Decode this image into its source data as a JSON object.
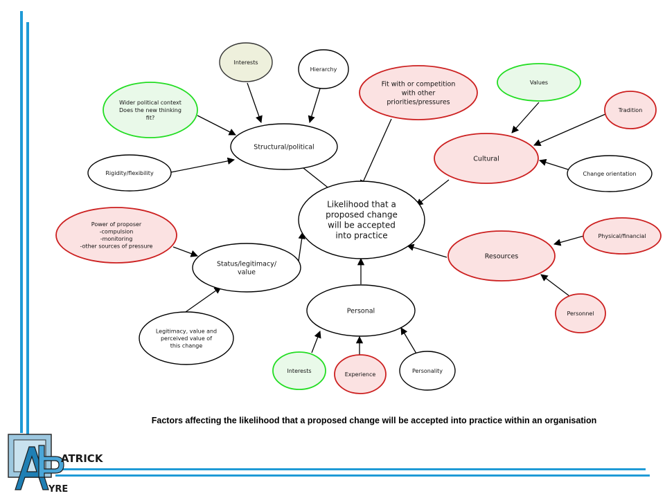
{
  "diagram": {
    "caption": "Factors affecting the likelihood that a proposed change will be accepted into practice within an organisation",
    "center": {
      "lines": [
        "Likelihood that a",
        "proposed change",
        "will be accepted",
        "into practice"
      ]
    },
    "nodes": {
      "interests_top": {
        "lines": [
          "Interests"
        ]
      },
      "hierarchy": {
        "lines": [
          "Hierarchy"
        ]
      },
      "wider_political": {
        "lines": [
          "Wider political context",
          "Does the new thinking",
          "fit?"
        ]
      },
      "rigidity": {
        "lines": [
          "Rigidity/flexibility"
        ]
      },
      "structural": {
        "lines": [
          "Structural/political"
        ]
      },
      "fit_competition": {
        "lines": [
          "Fit with or competition",
          "with other",
          "priorities/pressures"
        ]
      },
      "values": {
        "lines": [
          "Values"
        ]
      },
      "tradition": {
        "lines": [
          "Tradition"
        ]
      },
      "cultural": {
        "lines": [
          "Cultural"
        ]
      },
      "change_orientation": {
        "lines": [
          "Change orientation"
        ]
      },
      "power": {
        "lines": [
          "Power of proposer",
          "-compulsion",
          "-monitoring",
          "-other sources of pressure"
        ]
      },
      "status": {
        "lines": [
          "Status/legitimacy/",
          "value"
        ]
      },
      "physical": {
        "lines": [
          "Physical/financial"
        ]
      },
      "resources": {
        "lines": [
          "Resources"
        ]
      },
      "legitimacy": {
        "lines": [
          "Legitimacy, value and",
          "perceived value of",
          "this change"
        ]
      },
      "personal": {
        "lines": [
          "Personal"
        ]
      },
      "personnel": {
        "lines": [
          "Personnel"
        ]
      },
      "interests_bottom": {
        "lines": [
          "Interests"
        ]
      },
      "experience": {
        "lines": [
          "Experience"
        ]
      },
      "personality": {
        "lines": [
          "Personality"
        ]
      }
    }
  },
  "logo": {
    "top_word": "ATRICK",
    "bottom_word": "YRE"
  },
  "colors": {
    "accent_blue": "#1f9ad6",
    "red_stroke": "#cc1f1f",
    "red_fill": "#fbe2e2",
    "green_stroke": "#22dd22",
    "green_fill": "#e9f9e9",
    "black_stroke": "#000000"
  }
}
